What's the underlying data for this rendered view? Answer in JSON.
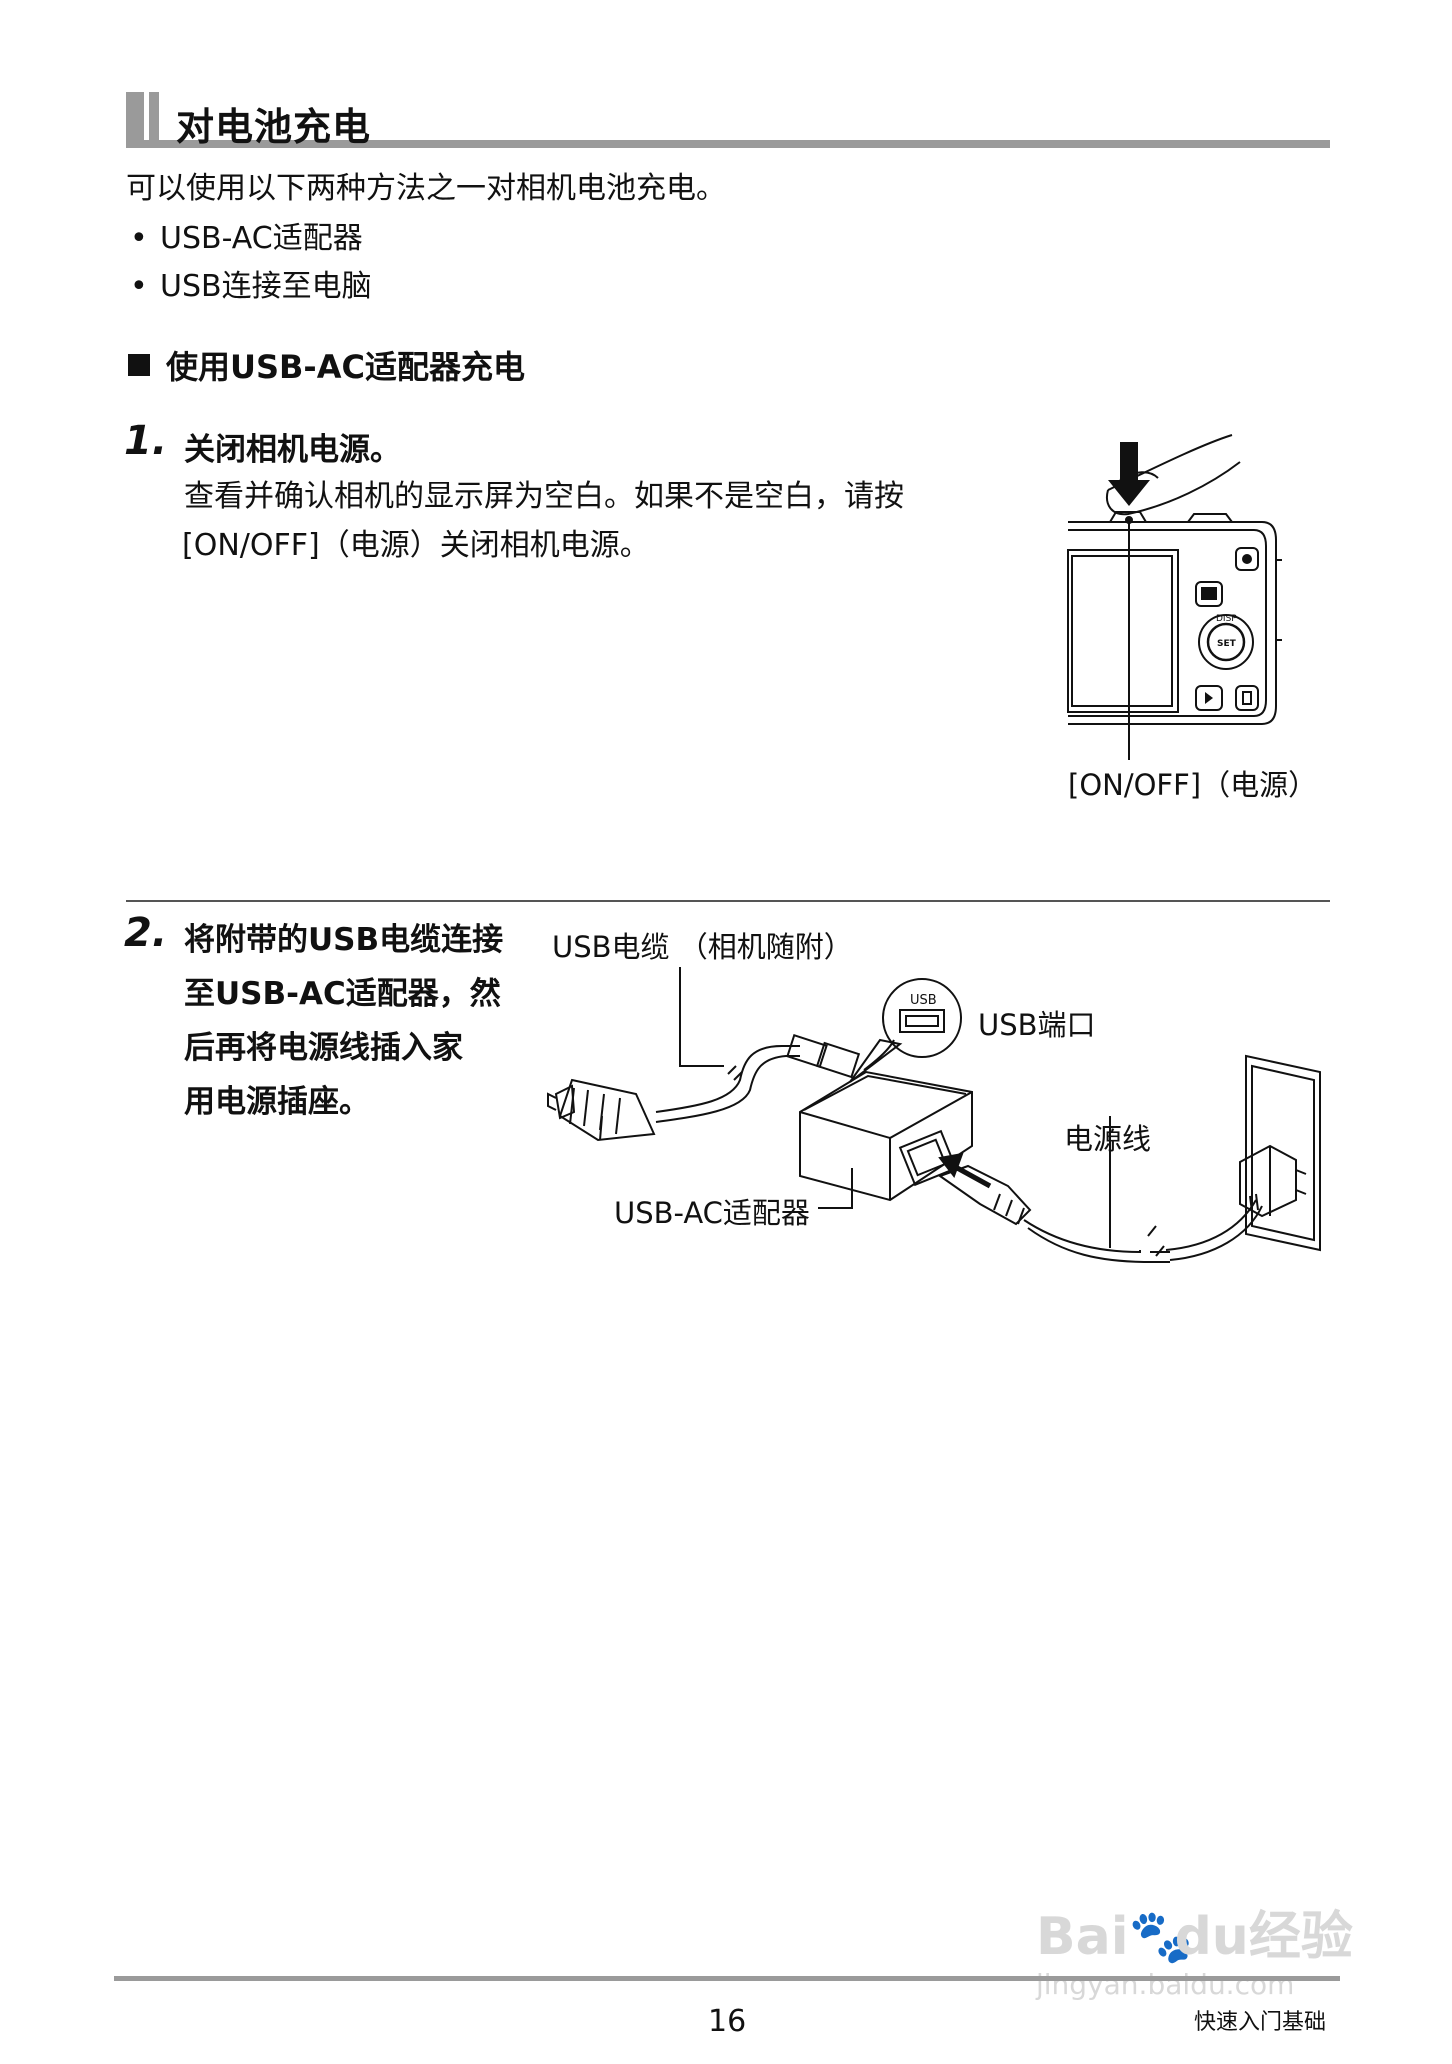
{
  "section": {
    "title": "对电池充电"
  },
  "intro": "可以使用以下两种方法之一对相机电池充电。",
  "bullets": [
    {
      "marker": "•",
      "text": "USB-AC适配器"
    },
    {
      "marker": "•",
      "text": "USB连接至电脑"
    }
  ],
  "subhead": "使用USB-AC适配器充电",
  "step1": {
    "num": "1.",
    "title": "关闭相机电源。",
    "line1": "查看并确认相机的显示屏为空白。如果不是空白，请按",
    "line2": "[ON/OFF]（电源）关闭相机电源。",
    "callout": "[ON/OFF]（电源）"
  },
  "step2": {
    "num": "2.",
    "lines": [
      "将附带的USB电缆连接",
      "至USB-AC适配器，然",
      "后再将电源线插入家",
      "用电源插座。"
    ],
    "labels": {
      "usb_cable": "USB电缆 （相机随附）",
      "usb_port": "USB端口",
      "power_cord": "电源线",
      "adapter": "USB-AC适配器",
      "port_text": "USB"
    }
  },
  "camera_buttons": {
    "disp": "DISP",
    "set": "SET"
  },
  "footer": {
    "page": "16",
    "section": "快速入门基础"
  },
  "watermark": {
    "brand": "Bai",
    "brand2": "du",
    "cn": "经验",
    "url": "jingyan.baidu.com"
  }
}
